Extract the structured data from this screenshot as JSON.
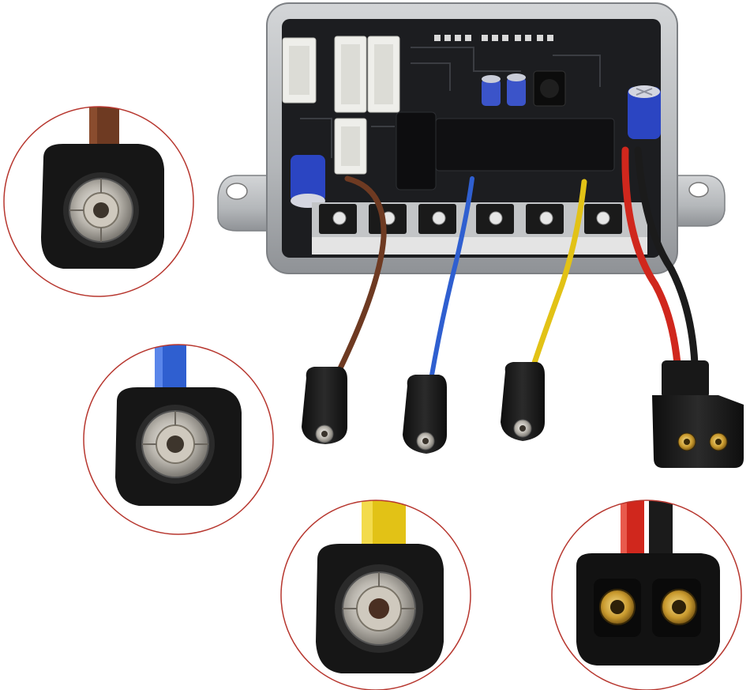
{
  "scene": {
    "description_free": true,
    "colors": {
      "background": "#ffffff",
      "housing": "#b9bcbf",
      "housing_dark": "#8d9094",
      "pcb": "#1c1d20",
      "connector_white": "#eeeeea",
      "inset_ring": "#b7372f",
      "wire_brown": "#6e3a22",
      "wire_blue": "#2f5fd0",
      "wire_yellow": "#e2c216",
      "wire_red": "#d0271d",
      "wire_black": "#1b1b1b",
      "plug_black": "#1a1a1a",
      "pin_silver": "#c9c6bf",
      "pin_gold": "#c99a2e"
    },
    "insets": [
      {
        "id": "brown-wire-pin",
        "wire": "brown"
      },
      {
        "id": "blue-wire-pin",
        "wire": "blue"
      },
      {
        "id": "yellow-wire-pin",
        "wire": "yellow"
      },
      {
        "id": "power-plug",
        "wire": "red-black"
      }
    ]
  }
}
